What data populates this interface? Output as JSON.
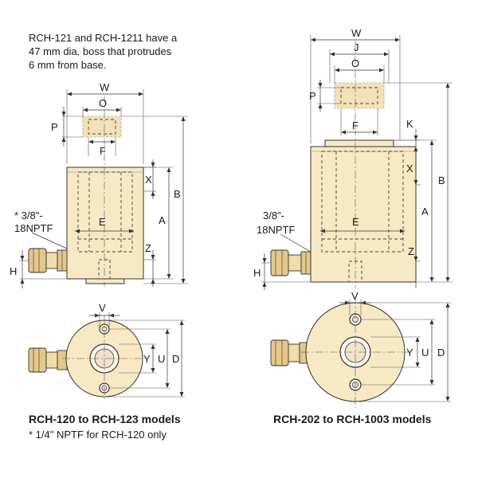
{
  "note": {
    "line1": "RCH-121 and RCH-1211 have a",
    "line2": "47 mm dia. boss that protrudes",
    "line3": "6 mm from base."
  },
  "left_side_view": {
    "labels": {
      "W": "W",
      "O": "O",
      "P": "P",
      "F": "F",
      "X": "X",
      "B": "B",
      "A": "A",
      "E": "E",
      "Z": "Z",
      "H": "H"
    },
    "port_label_line1": "* 3/8\"-",
    "port_label_line2": "18NPTF"
  },
  "right_side_view": {
    "labels": {
      "W": "W",
      "J": "J",
      "O": "O",
      "P": "P",
      "F": "F",
      "K": "K",
      "X": "X",
      "B": "B",
      "A": "A",
      "E": "E",
      "Z": "Z",
      "H": "H"
    },
    "port_label_line1": "3/8\"-",
    "port_label_line2": "18NPTF"
  },
  "left_top_view": {
    "labels": {
      "V": "V",
      "Y": "Y",
      "U": "U",
      "D": "D"
    }
  },
  "right_top_view": {
    "labels": {
      "V": "V",
      "Y": "Y",
      "U": "U",
      "D": "D"
    }
  },
  "captions": {
    "left": "RCH-120 to RCH-123 models",
    "left_footnote": "*  1/4\" NPTF for RCH-120 only",
    "right": "RCH-202 to RCH-1003 models"
  }
}
